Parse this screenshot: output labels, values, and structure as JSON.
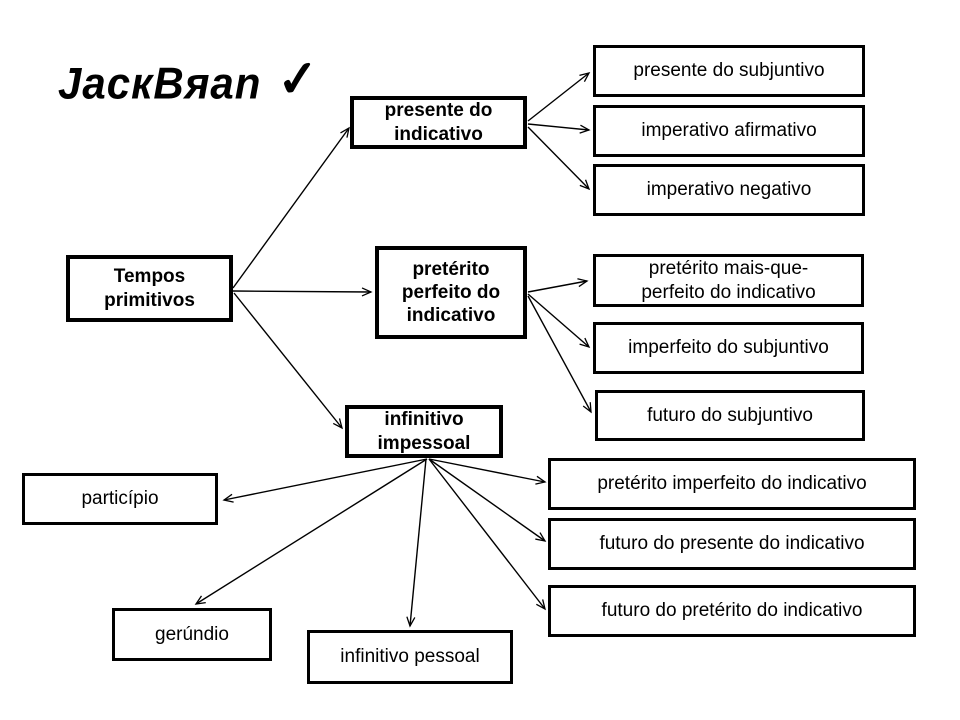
{
  "slide": {
    "background_color": "#ffffff",
    "line_color": "#000000",
    "box_fill_color": "#ffffff",
    "box_border_color": "#000000",
    "text_color": "#000000"
  },
  "logo": {
    "text": "JacкBяan",
    "checkmark": "✓"
  },
  "nodes": {
    "tempos_primitivos": {
      "label": "Tempos\nprimitivos",
      "emphasis": "bold"
    },
    "presente_indicativo": {
      "label": "presente do\nindicativo",
      "emphasis": "bold"
    },
    "preterito_perfeito_indicativo": {
      "label": "pretérito\nperfeito do\nindicativo",
      "emphasis": "bold"
    },
    "infinitivo_impessoal": {
      "label": "infinitivo\nimpessoal",
      "emphasis": "bold"
    },
    "presente_subjuntivo": {
      "label": "presente do subjuntivo",
      "emphasis": "regular"
    },
    "imperativo_afirmativo": {
      "label": "imperativo afirmativo",
      "emphasis": "regular"
    },
    "imperativo_negativo": {
      "label": "imperativo negativo",
      "emphasis": "regular"
    },
    "preterito_mais_que_perfeito_indicativo": {
      "label": "pretérito mais-que-\nperfeito do indicativo",
      "emphasis": "regular"
    },
    "imperfeito_subjuntivo": {
      "label": "imperfeito do subjuntivo",
      "emphasis": "regular"
    },
    "futuro_subjuntivo": {
      "label": "futuro do subjuntivo",
      "emphasis": "regular"
    },
    "participio": {
      "label": "particípio",
      "emphasis": "regular"
    },
    "preterito_imperfeito_indicativo": {
      "label": "pretérito imperfeito do indicativo",
      "emphasis": "regular"
    },
    "futuro_presente_indicativo": {
      "label": "futuro do presente do indicativo",
      "emphasis": "regular"
    },
    "futuro_preterito_indicativo": {
      "label": "futuro do pretérito do indicativo",
      "emphasis": "regular"
    },
    "gerundio": {
      "label": "gerúndio",
      "emphasis": "regular"
    },
    "infinitivo_pessoal": {
      "label": "infinitivo pessoal",
      "emphasis": "regular"
    }
  },
  "connections": [
    {
      "from": "tempos_primitivos",
      "to": "presente_indicativo"
    },
    {
      "from": "tempos_primitivos",
      "to": "preterito_perfeito_indicativo"
    },
    {
      "from": "tempos_primitivos",
      "to": "infinitivo_impessoal"
    },
    {
      "from": "presente_indicativo",
      "to": "presente_subjuntivo"
    },
    {
      "from": "presente_indicativo",
      "to": "imperativo_afirmativo"
    },
    {
      "from": "presente_indicativo",
      "to": "imperativo_negativo"
    },
    {
      "from": "preterito_perfeito_indicativo",
      "to": "preterito_mais_que_perfeito_indicativo"
    },
    {
      "from": "preterito_perfeito_indicativo",
      "to": "imperfeito_subjuntivo"
    },
    {
      "from": "preterito_perfeito_indicativo",
      "to": "futuro_subjuntivo"
    },
    {
      "from": "infinitivo_impessoal",
      "to": "participio"
    },
    {
      "from": "infinitivo_impessoal",
      "to": "gerundio"
    },
    {
      "from": "infinitivo_impessoal",
      "to": "infinitivo_pessoal"
    },
    {
      "from": "infinitivo_impessoal",
      "to": "preterito_imperfeito_indicativo"
    },
    {
      "from": "infinitivo_impessoal",
      "to": "futuro_presente_indicativo"
    },
    {
      "from": "infinitivo_impessoal",
      "to": "futuro_preterito_indicativo"
    }
  ]
}
